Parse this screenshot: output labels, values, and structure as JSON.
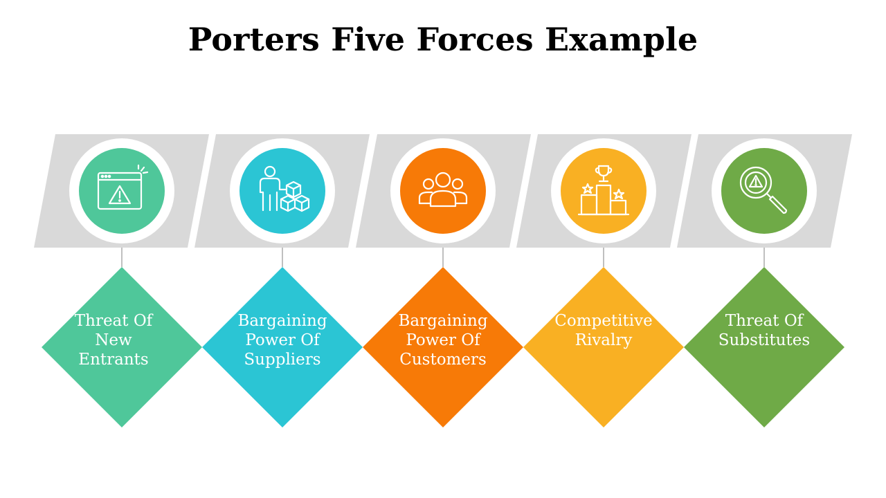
{
  "title": "Porters Five Forces Example",
  "forces": [
    {
      "label": "Threat Of\nNew\nEntrants",
      "color": "#4fc79a",
      "icon": "browser-warning-icon"
    },
    {
      "label": "Bargaining\nPower Of\nSuppliers",
      "color": "#2bc5d4",
      "icon": "person-boxes-icon"
    },
    {
      "label": "Bargaining\nPower Of\nCustomers",
      "color": "#f77a07",
      "icon": "customer-group-icon"
    },
    {
      "label": "Competitive\nRivalry",
      "color": "#f9b023",
      "icon": "trophy-podium-icon"
    },
    {
      "label": "Threat Of\nSubstitutes",
      "color": "#6faa47",
      "icon": "magnifier-warning-icon"
    }
  ]
}
